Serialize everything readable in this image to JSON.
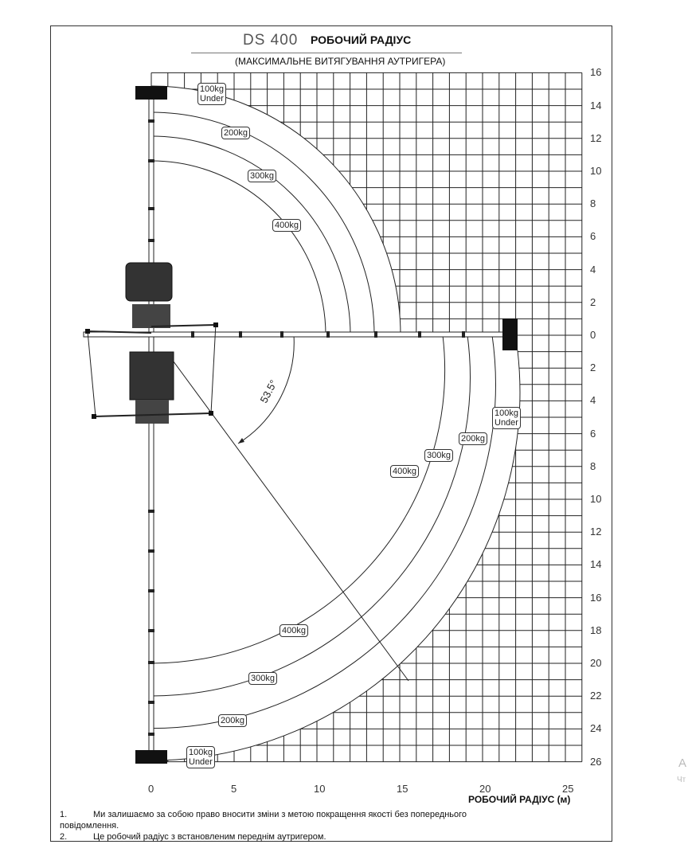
{
  "header": {
    "model": "DS 400",
    "title": "РОБОЧИЙ РАДІУС",
    "subtitle": "(МАКСИМАЛЬНЕ ВИТЯГУВАННЯ АУТРИГЕРА)"
  },
  "axes": {
    "x_label": "РОБОЧИЙ РАДІУС (м)",
    "x_ticks": [
      "0",
      "5",
      "10",
      "15",
      "20",
      "25"
    ],
    "y_ticks": [
      "16",
      "14",
      "12",
      "10",
      "8",
      "6",
      "4",
      "2",
      "0",
      "2",
      "4",
      "6",
      "8",
      "10",
      "12",
      "14",
      "16",
      "18",
      "20",
      "22",
      "24",
      "26"
    ]
  },
  "load_zones": {
    "upper": {
      "z100": "100kg",
      "z100b": "Under",
      "z200": "200kg",
      "z300": "300kg",
      "z400": "400kg"
    },
    "side": {
      "z100": "100kg",
      "z100b": "Under",
      "z200": "200kg",
      "z300": "300kg",
      "z400": "400kg"
    },
    "lower": {
      "z100": "100kg",
      "z100b": "Under",
      "z200": "200kg",
      "z300": "300kg",
      "z400": "400kg"
    }
  },
  "angle": "53.5°",
  "notes": [
    {
      "num": "1.",
      "text": "Ми залишаємо за собою право вносити зміни з метою покращення якості без попереднього",
      "cont": "повідомлення."
    },
    {
      "num": "2.",
      "text": "Це робочий радіус з встановленим переднім аутригером."
    }
  ],
  "watermark": {
    "line1": "A",
    "line2": "Чт"
  }
}
